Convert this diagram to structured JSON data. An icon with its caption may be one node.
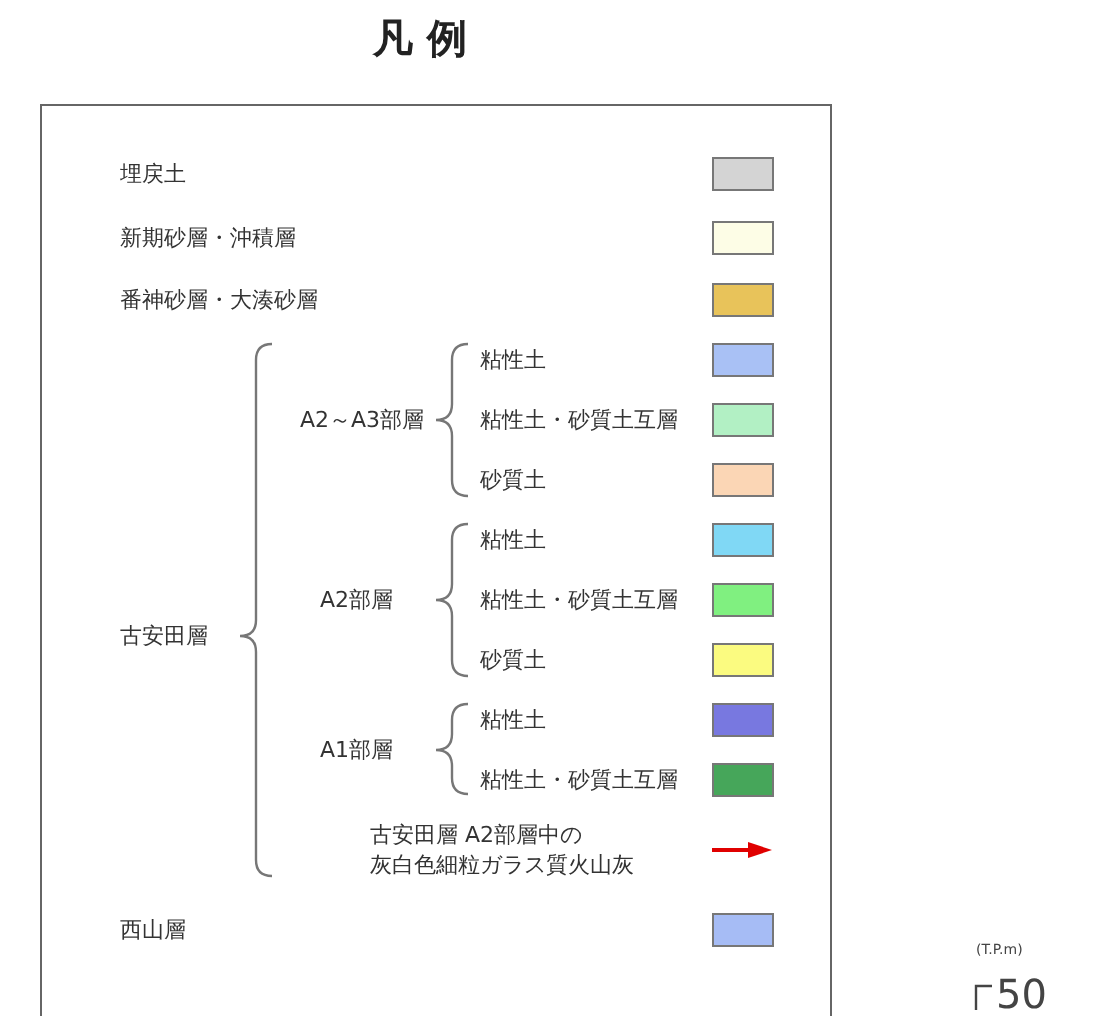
{
  "diagram": {
    "title": "凡 例",
    "legend": [
      {
        "text": "埋戻土",
        "color": "#d4d4d4"
      },
      {
        "text": "新期砂層・沖積層",
        "color": "#fdfde6"
      },
      {
        "text": "番神砂層・大湊砂層",
        "color": "#e8c35a"
      },
      {
        "text": "粘性土",
        "color": "#a9c1f5"
      },
      {
        "text": "粘性土・砂質土互層",
        "color": "#b2f0c4"
      },
      {
        "text": "砂質土",
        "color": "#fbd6b5"
      },
      {
        "text": "粘性土",
        "color": "#80d8f5"
      },
      {
        "text": "粘性土・砂質土互層",
        "color": "#80f080"
      },
      {
        "text": "砂質土",
        "color": "#fbfb80"
      },
      {
        "text": "粘性土",
        "color": "#7878e0"
      },
      {
        "text": "粘性土・砂質土互層",
        "color": "#46a65a"
      },
      {
        "text": "古安田層 A2部層中の灰白色細粒ガラス質火山灰"
      },
      {
        "text": "西山層",
        "color": "#a6bcf5"
      }
    ],
    "labels": [
      "古安田層",
      "A2～A3部層",
      "A2部層",
      "A1部層",
      "(T.P.m)",
      "50"
    ]
  }
}
